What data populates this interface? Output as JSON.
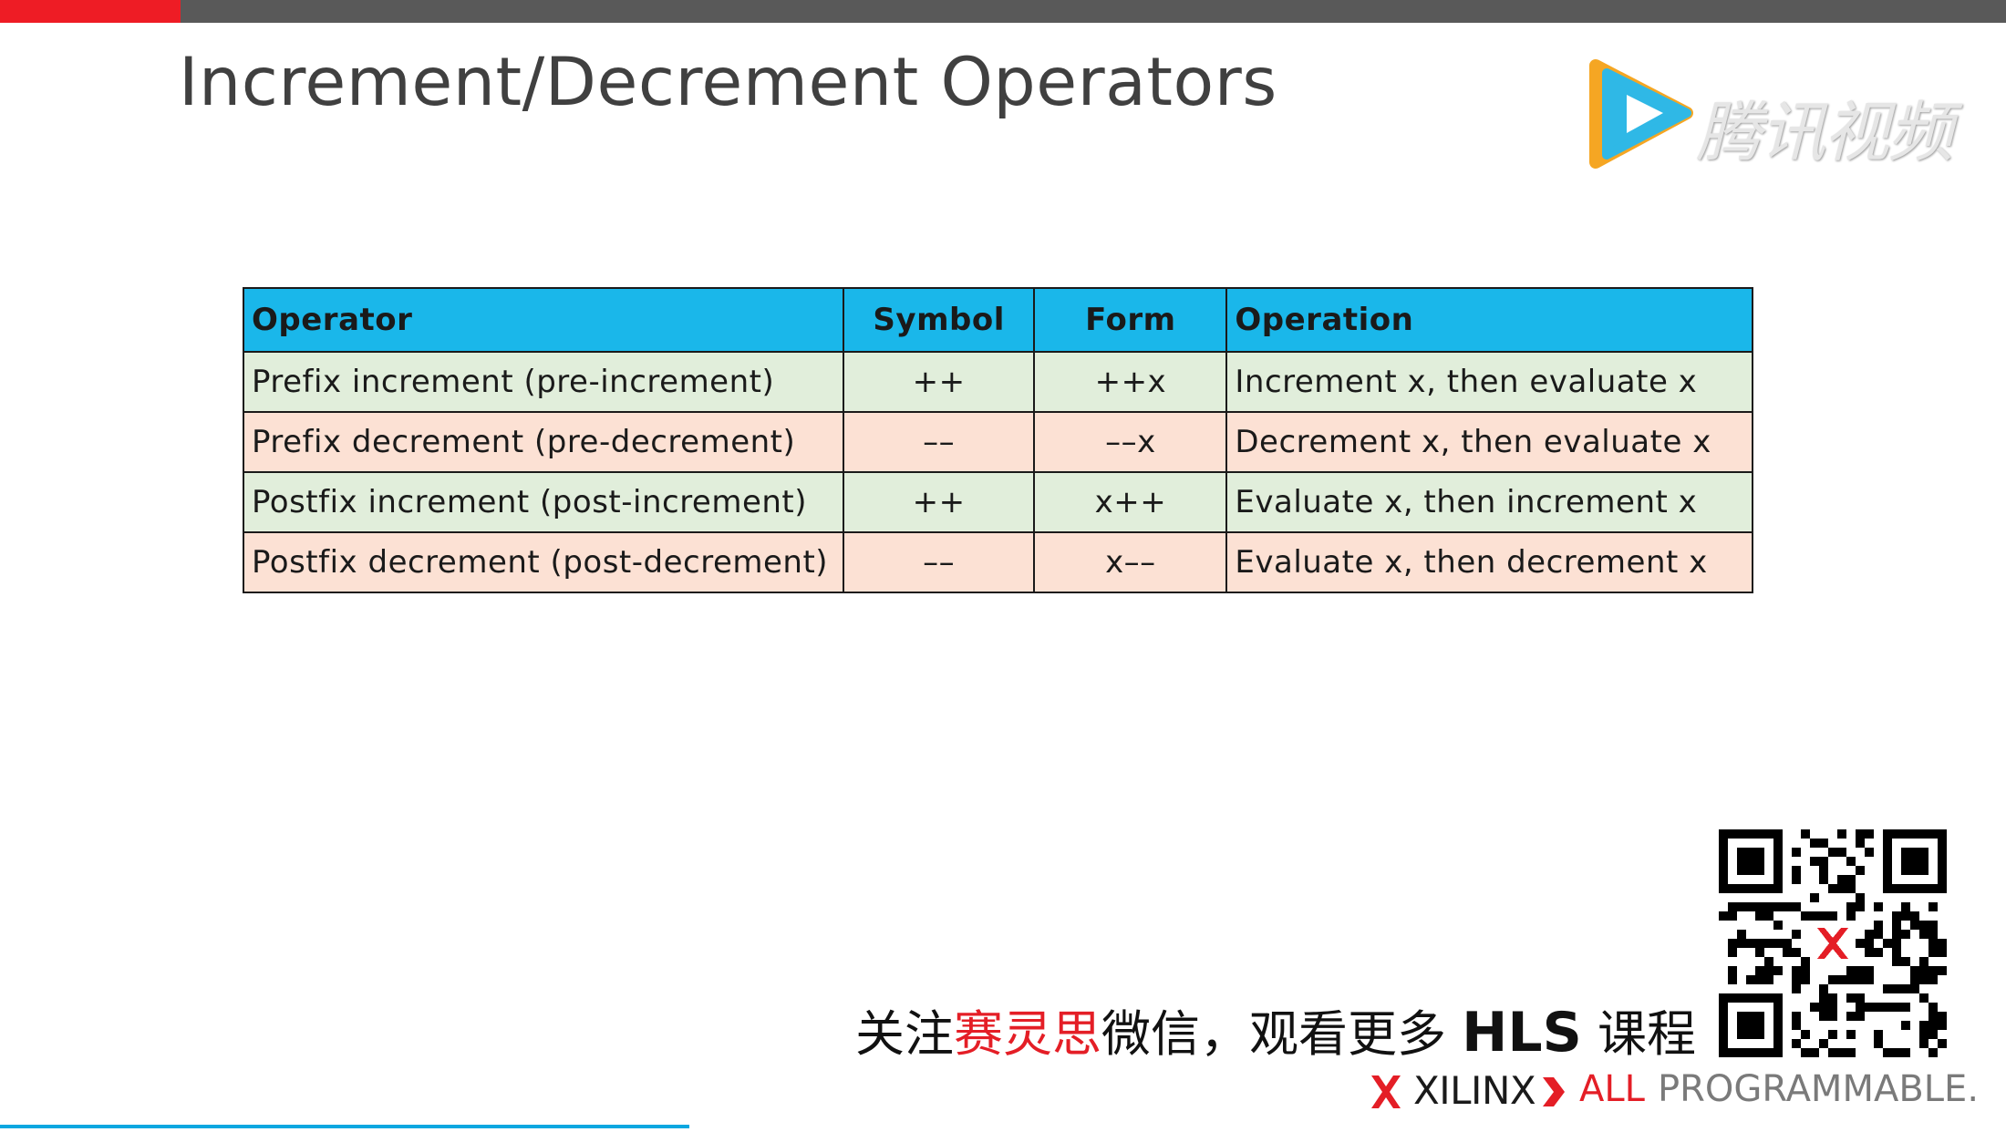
{
  "slide": {
    "title": "Increment/Decrement Operators"
  },
  "watermark": {
    "text": "腾讯视频",
    "icon": "tencent-video-play-icon"
  },
  "table": {
    "headers": [
      "Operator",
      "Symbol",
      "Form",
      "Operation"
    ],
    "rows": [
      [
        "Prefix increment (pre-increment)",
        "++",
        "++x",
        "Increment x, then evaluate x"
      ],
      [
        "Prefix decrement (pre-decrement)",
        "––",
        "––x",
        "Decrement x, then evaluate x"
      ],
      [
        "Postfix increment (post-increment)",
        "++",
        "x++",
        "Evaluate x, then increment x"
      ],
      [
        "Postfix decrement (post-decrement)",
        "––",
        "x––",
        "Evaluate x, then decrement x"
      ]
    ],
    "colors": {
      "header": "#1ab7ea",
      "row_green": "#e1eedb",
      "row_peach": "#fce1d4"
    }
  },
  "footer": {
    "prefix": "关注",
    "highlight": "赛灵思",
    "middle": "微信，观看更多 ",
    "hls": "HLS",
    "suffix": " 课程"
  },
  "brand": {
    "xilinx": "XILINX",
    "all": "ALL",
    "programmable": "PROGRAMMABLE."
  },
  "colors": {
    "accent_red": "#e41e26",
    "progress_blue": "#0aa7e0"
  }
}
